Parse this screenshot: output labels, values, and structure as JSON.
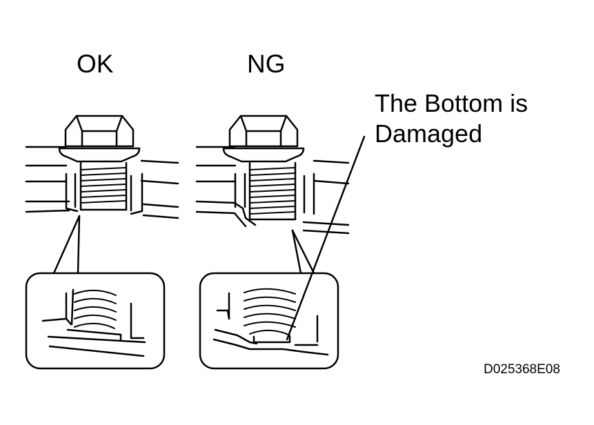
{
  "labels": {
    "ok": "OK",
    "ng": "NG",
    "callout_line1": "The Bottom is",
    "callout_line2": "Damaged",
    "figure_code": "D025368E08"
  }
}
